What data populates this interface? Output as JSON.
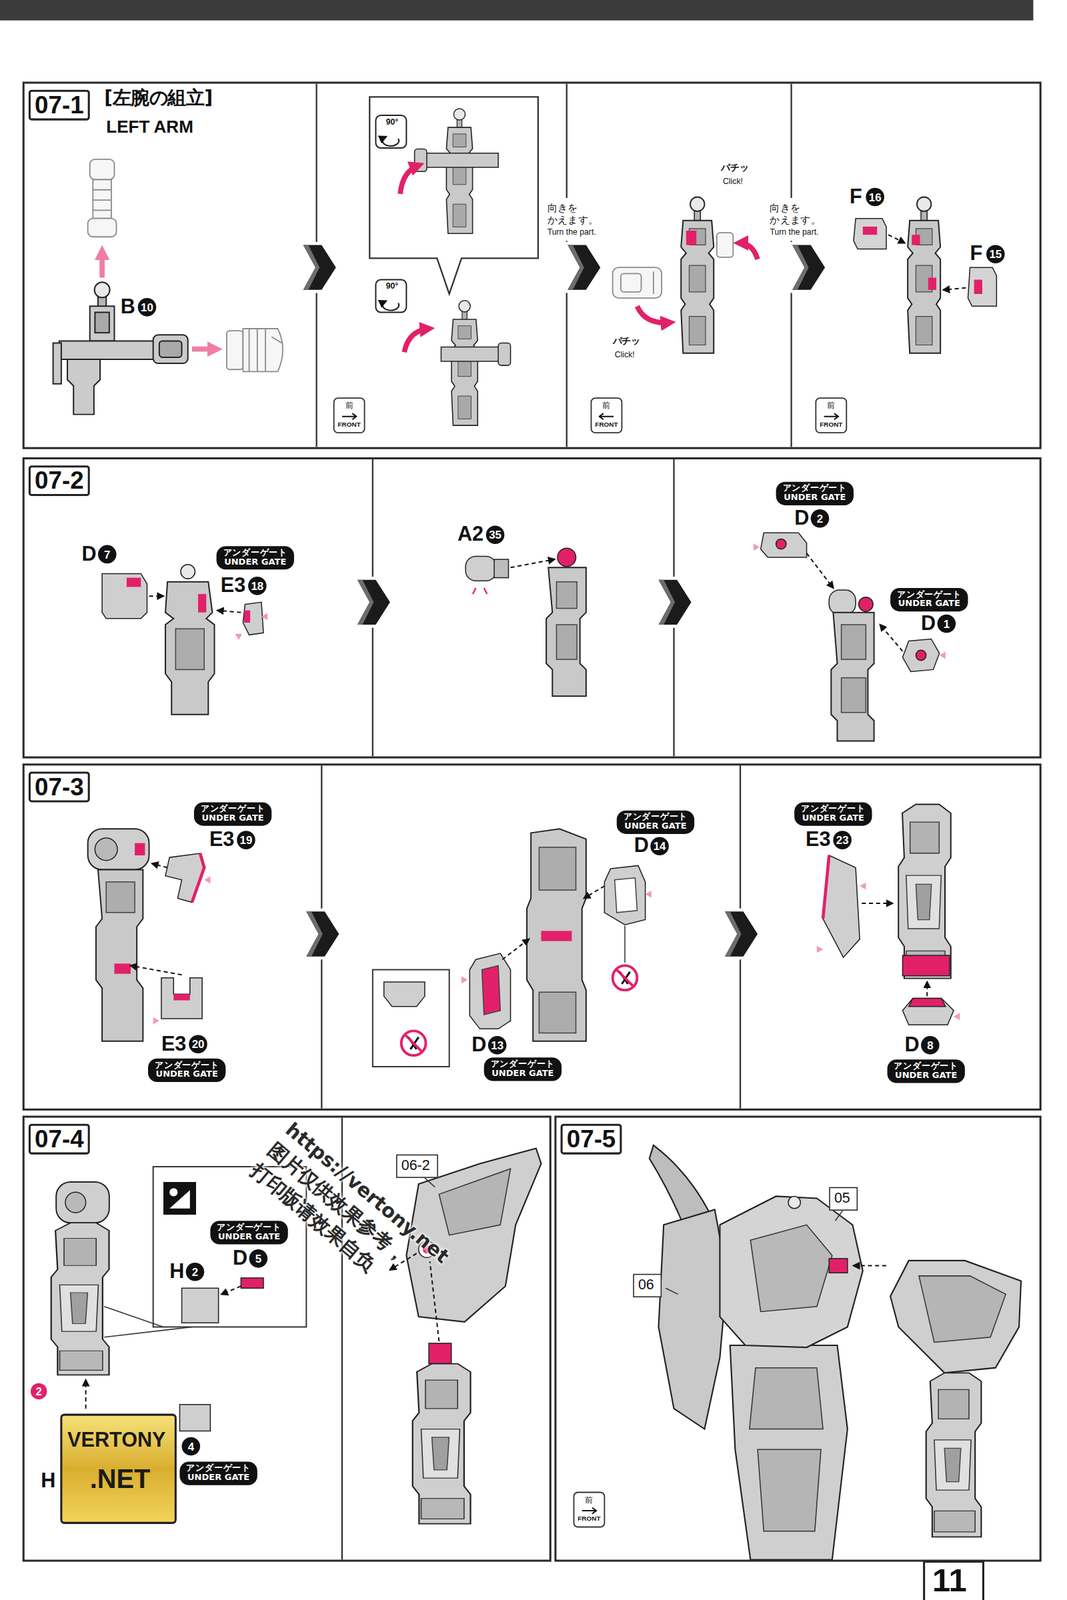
{
  "diagram": {
    "nodes": [
      {
        "text": [
          "07-1",
          "[左腕の組立]",
          "LEFT ARM"
        ]
      },
      {
        "text": [
          "07-2"
        ]
      },
      {
        "text": [
          "07-3"
        ]
      },
      {
        "text": [
          "07-4"
        ]
      },
      {
        "text": [
          "06-2"
        ],
        "in": 3
      },
      {
        "text": [
          "07-5"
        ]
      },
      {
        "text": [
          "05"
        ],
        "in": 5
      },
      {
        "text": [
          "06"
        ],
        "in": 5
      }
    ],
    "labels": [
      "90°",
      "90°",
      "B",
      "10",
      "向きを かえます。",
      "Turn the part.",
      "パチッ",
      "Click!",
      "パチッ",
      "Click!",
      "向きを かえます。",
      "Turn the part.",
      "F",
      "16",
      "F",
      "15",
      "前",
      "FRONT",
      "前",
      "FRONT",
      "前",
      "FRONT",
      "D",
      "7",
      "アンダーゲート UNDER GATE",
      "E3",
      "18",
      "A2",
      "35",
      "アンダーゲート UNDER GATE",
      "D",
      "2",
      "アンダーゲート UNDER GATE",
      "D",
      "1",
      "アンダーゲート UNDER GATE",
      "E3",
      "19",
      "E3",
      "20",
      "アンダーゲート UNDER GATE",
      "アンダーゲート UNDER GATE",
      "D",
      "14",
      "D",
      "13",
      "アンダーゲート UNDER GATE",
      "アンダーゲート UNDER GATE",
      "E3",
      "23",
      "D",
      "8",
      "アンダーゲート UNDER GATE",
      "アンダーゲート UNDER GATE",
      "D",
      "5",
      "H",
      "2",
      "2",
      "H",
      "4",
      "アンダーゲート UNDER GATE",
      "https://vertony.net",
      "图片仅供效果参考，",
      "打印版请效果自负",
      "VERTONY",
      ".NET",
      "前",
      "FRONT",
      "11"
    ]
  }
}
